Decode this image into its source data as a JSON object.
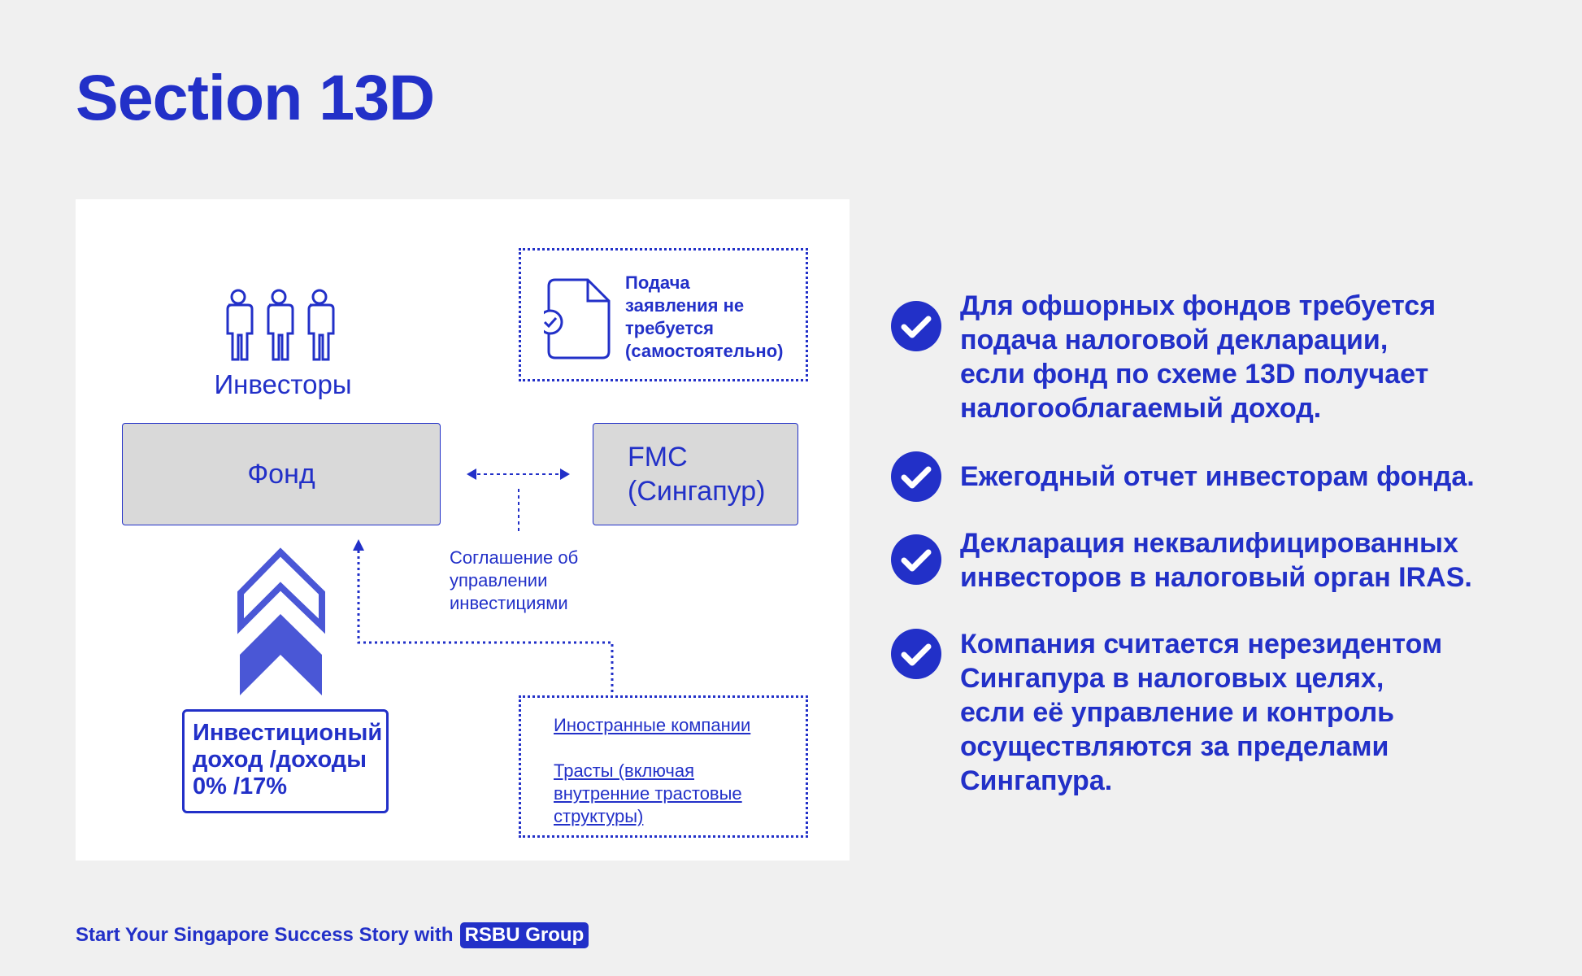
{
  "title": "Section 13D",
  "diagram": {
    "investors_label": "Инвесторы",
    "fund_label": "Фонд",
    "fmc_lines": [
      "FMC",
      "(Сингапур)"
    ],
    "filing_note_lines": [
      "Подача",
      "заявления не",
      "требуется",
      "(самостоятельно)"
    ],
    "agreement_lines": [
      "Соглашение об",
      "управлении",
      "инвестициями"
    ],
    "entities": {
      "foreign_companies": "Иностранные компании",
      "trusts_lines": [
        "Трасты (включая",
        "внутренние трастовые",
        "структуры)"
      ]
    },
    "income_lines": [
      "Инвестиционый",
      "доход /доходы",
      "0% /17%"
    ]
  },
  "points": [
    {
      "lines": [
        "Для офшорных фондов требуется",
        "подача налоговой декларации,",
        "если фонд по схеме 13D получает",
        "налогооблагаемый доход."
      ]
    },
    {
      "lines": [
        "Ежегодный отчет инвесторам фонда."
      ]
    },
    {
      "lines": [
        "Декларация неквалифицированных",
        "инвесторов в налоговый орган IRAS."
      ]
    },
    {
      "lines": [
        "Компания считается нерезидентом",
        "Сингапура в налоговых целях,",
        "если её управление и контроль",
        "осуществляются за пределами",
        "Сингапура."
      ]
    }
  ],
  "footer": {
    "text": "Start Your Singapore Success Story with",
    "brand": "RSBU Group"
  },
  "colors": {
    "primary": "#2230c8",
    "arrow_fill": "#4a57d6",
    "box_grey": "#d9d9d9",
    "background": "#f0f0f0"
  }
}
